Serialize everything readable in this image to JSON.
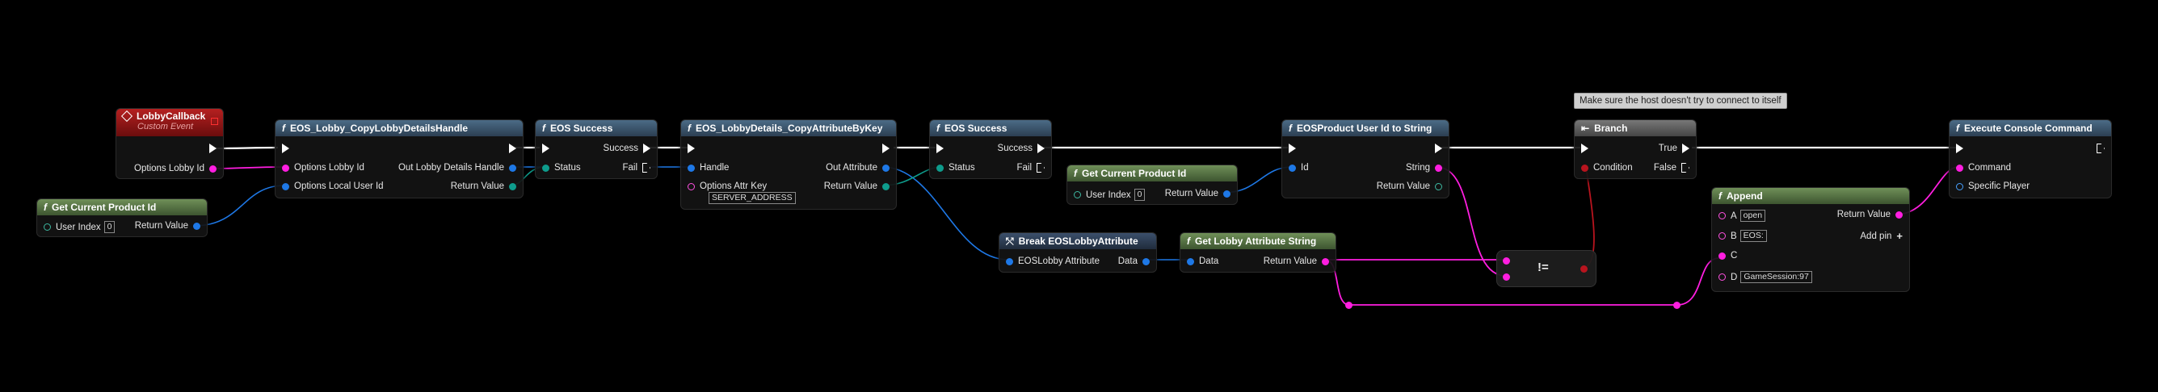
{
  "comment": "Make sure the host doesn't try to connect to itself",
  "nodes": {
    "lobby_callback": {
      "title": "LobbyCallback",
      "subtitle": "Custom Event",
      "pin_options": "Options Lobby Id"
    },
    "get_product_1": {
      "title": "Get Current Product Id",
      "user_index": "User Index",
      "user_index_val": "0",
      "return_value": "Return Value"
    },
    "copy_handle": {
      "title": "EOS_Lobby_CopyLobbyDetailsHandle",
      "opt_lobby_id": "Options Lobby Id",
      "opt_local_user": "Options Local User Id",
      "out_handle": "Out Lobby Details Handle",
      "return_value": "Return Value"
    },
    "success_1": {
      "title": "EOS Success",
      "status": "Status",
      "success": "Success",
      "fail": "Fail"
    },
    "copy_attr": {
      "title": "EOS_LobbyDetails_CopyAttributeByKey",
      "handle": "Handle",
      "attr_key": "Options Attr Key",
      "attr_key_val": "SERVER_ADDRESS",
      "out_attr": "Out Attribute",
      "return_value": "Return Value"
    },
    "success_2": {
      "title": "EOS Success",
      "status": "Status",
      "success": "Success",
      "fail": "Fail"
    },
    "get_product_2": {
      "title": "Get Current Product Id",
      "user_index": "User Index",
      "user_index_val": "0",
      "return_value": "Return Value"
    },
    "break_attr": {
      "title": "Break EOSLobbyAttribute",
      "input": "EOSLobby Attribute",
      "data": "Data"
    },
    "get_string": {
      "title": "Get Lobby Attribute String",
      "data": "Data",
      "return_value": "Return Value"
    },
    "id_to_string": {
      "title": "EOSProduct User Id to String",
      "id": "Id",
      "string": "String",
      "return_value": "Return Value"
    },
    "neq": {
      "symbol": "!="
    },
    "branch": {
      "title": "Branch",
      "condition": "Condition",
      "true": "True",
      "false": "False"
    },
    "append": {
      "title": "Append",
      "a": "A",
      "a_val": "open",
      "b": "B",
      "b_val": "EOS:",
      "c": "C",
      "d": "D",
      "d_val": "GameSession:97",
      "return_value": "Return Value",
      "add_pin": "Add pin"
    },
    "exec_cmd": {
      "title": "Execute Console Command",
      "command": "Command",
      "player": "Specific Player"
    }
  },
  "colors": {
    "exec": "#ffffff",
    "string": "#ff1ee0",
    "struct": "#1e78e6",
    "enum": "#0e9c8c",
    "bool": "#b8141e"
  }
}
